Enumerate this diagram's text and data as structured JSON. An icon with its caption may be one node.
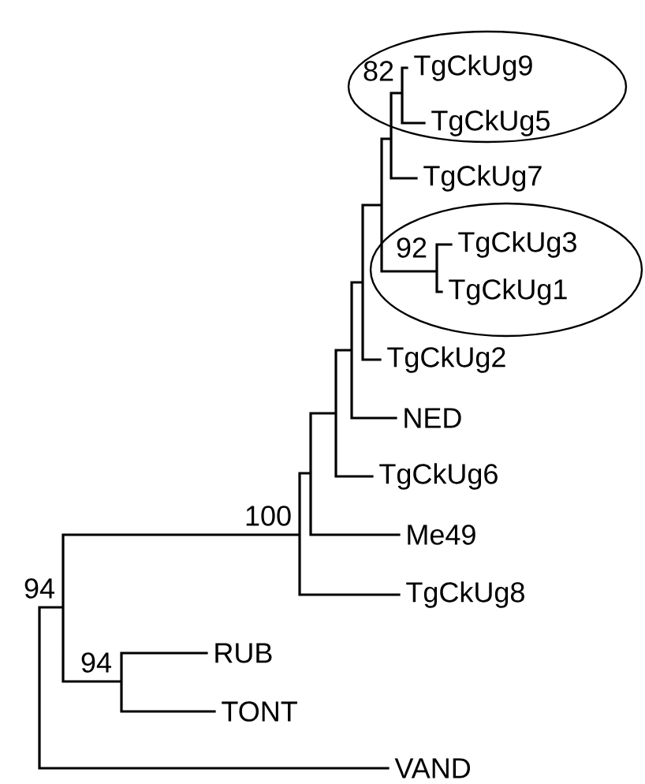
{
  "diagram": {
    "nodes": [
      {
        "text": [],
        "shape": "ellipse"
      },
      {
        "text": [
          "TgCkUg9"
        ],
        "in": 0
      },
      {
        "text": [
          "TgCkUg5"
        ],
        "in": 0
      },
      {
        "text": [
          "TgCkUg7"
        ]
      },
      {
        "text": [],
        "shape": "ellipse"
      },
      {
        "text": [
          "TgCkUg3"
        ],
        "in": 4
      },
      {
        "text": [
          "TgCkUg1"
        ],
        "in": 4
      },
      {
        "text": [
          "TgCkUg2"
        ]
      },
      {
        "text": [
          "NED"
        ]
      },
      {
        "text": [
          "TgCkUg6"
        ]
      },
      {
        "text": [
          "Me49"
        ]
      },
      {
        "text": [
          "TgCkUg8"
        ]
      },
      {
        "text": [
          "RUB"
        ]
      },
      {
        "text": [
          "TONT"
        ]
      },
      {
        "text": [
          "VAND"
        ]
      }
    ],
    "labels": [
      "82",
      "92",
      "100",
      "94",
      "94"
    ]
  }
}
